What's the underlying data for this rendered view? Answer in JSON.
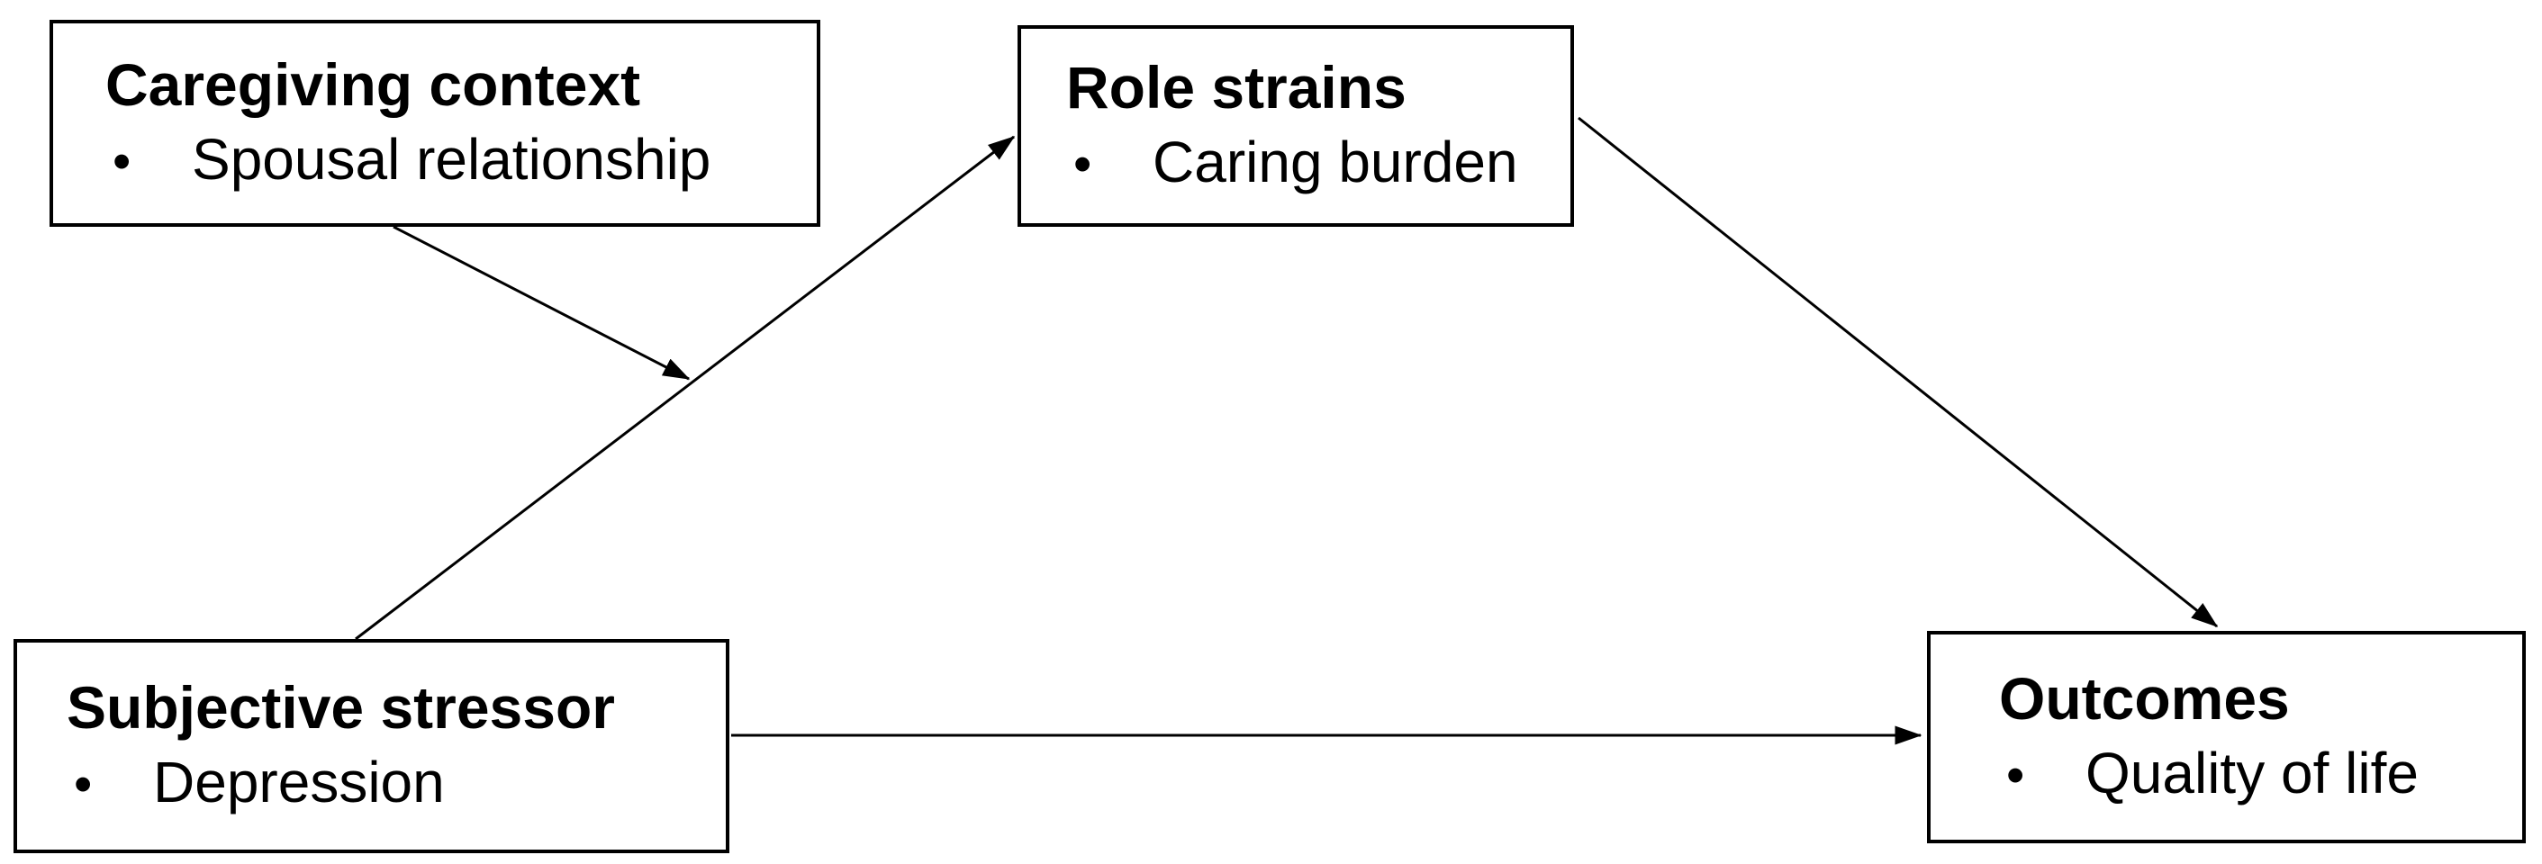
{
  "diagram": {
    "bullet_char": "•",
    "colors": {
      "background": "#ffffff",
      "box_border": "#000000",
      "text": "#000000",
      "arrow": "#000000"
    },
    "boxes": [
      {
        "id": "caregiving-context",
        "title": "Caregiving context",
        "bullet": "Spousal relationship"
      },
      {
        "id": "role-strains",
        "title": "Role strains",
        "bullet": "Caring burden"
      },
      {
        "id": "subjective-stressor",
        "title": "Subjective stressor",
        "bullet": "Depression"
      },
      {
        "id": "outcomes",
        "title": "Outcomes",
        "bullet": "Quality of life"
      }
    ],
    "arrows": [
      {
        "from": "caregiving-context",
        "to": "stressor-to-role-strains-path"
      },
      {
        "from": "subjective-stressor",
        "to": "role-strains"
      },
      {
        "from": "role-strains",
        "to": "outcomes"
      },
      {
        "from": "subjective-stressor",
        "to": "outcomes"
      }
    ]
  }
}
